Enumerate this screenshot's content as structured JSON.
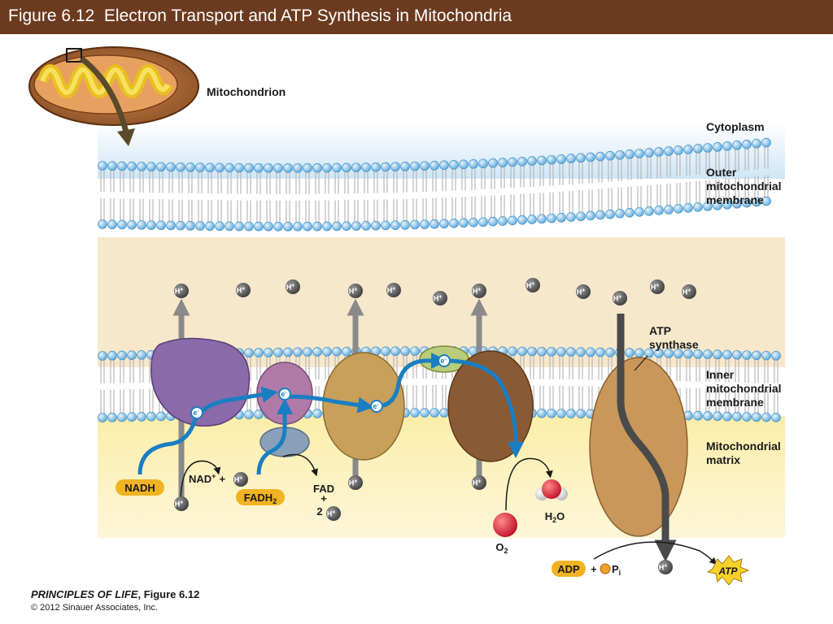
{
  "header": {
    "title": "Figure 6.12  Electron Transport and ATP Synthesis in Mitochondria"
  },
  "labels": {
    "mitochondrion": "Mitochondrion",
    "cytoplasm": "Cytoplasm",
    "outer_membrane": [
      "Outer",
      "mitochondrial",
      "membrane"
    ],
    "atp_synthase": [
      "ATP",
      "synthase"
    ],
    "inner_membrane": [
      "Inner",
      "mitochondrial",
      "membrane"
    ],
    "matrix": [
      "Mitochondrial",
      "matrix"
    ]
  },
  "molecules": {
    "h_ion": "H",
    "h_ion_charge": "+",
    "electron": "e",
    "electron_charge": "-",
    "nadh": "NADH",
    "nad_plus": "NAD",
    "nad_plus_charge": "+",
    "plus": "+",
    "fadh": "FADH",
    "fadh_sub": "2",
    "fad": "FAD",
    "fad_plus": "+",
    "two": "2",
    "o2": "O",
    "o2_sub": "2",
    "h2o_h": "H",
    "h2o_sub": "2",
    "h2o_o": "O",
    "adp": "ADP",
    "adp_plus": "+",
    "pi": "P",
    "pi_sub": "i",
    "atp": "ATP"
  },
  "colors": {
    "title_bar": "#6b3a1f",
    "complex_1": "#8a6aa8",
    "complex_2": "#b07aa8",
    "complex_3": "#c8a05a",
    "complex_4": "#8a5a34",
    "atp_synthase": "#c9975a",
    "electron_path": "#1a7ec2",
    "h_ion": "#5a5a5a",
    "nadh_badge": "#f0b323"
  },
  "footer": {
    "book": "PRINCIPLES OF LIFE",
    "figure": ", Figure 6.12",
    "copyright": "© 2012 Sinauer Associates, Inc."
  }
}
